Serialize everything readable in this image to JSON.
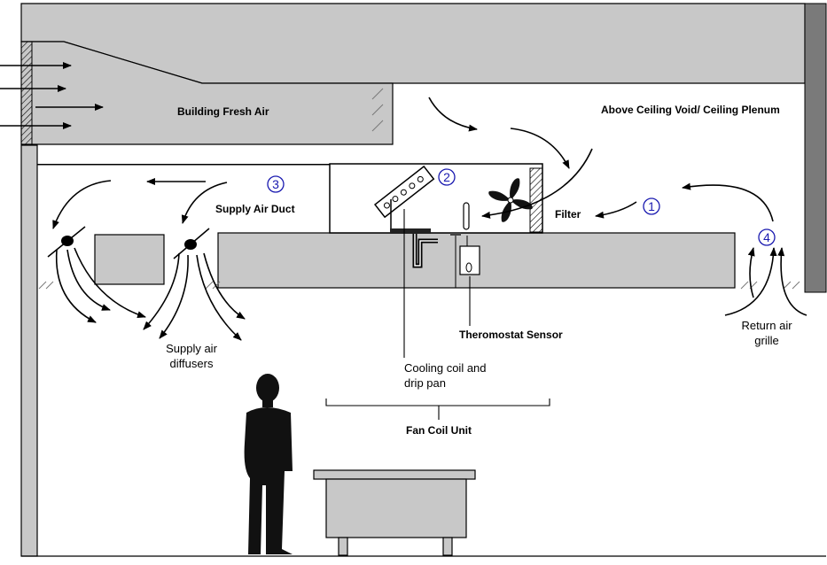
{
  "labels": {
    "fresh_air": "Building Fresh Air",
    "plenum": "Above Ceiling Void/ Ceiling Plenum",
    "supply_duct": "Supply Air Duct",
    "filter": "Filter",
    "thermostat": "Theromostat Sensor",
    "cooling_coil_line1": "Cooling coil and",
    "cooling_coil_line2": "drip pan",
    "fan_coil_unit": "Fan Coil Unit",
    "diffusers_line1": "Supply air",
    "diffusers_line2": "diffusers",
    "return_line1": "Return air",
    "return_line2": "grille"
  },
  "markers": {
    "m1": "1",
    "m2": "2",
    "m3": "3",
    "m4": "4"
  },
  "colors": {
    "structure_gray": "#c8c8c8",
    "marker_blue": "#1a1ab0",
    "silhouette": "#111111"
  }
}
